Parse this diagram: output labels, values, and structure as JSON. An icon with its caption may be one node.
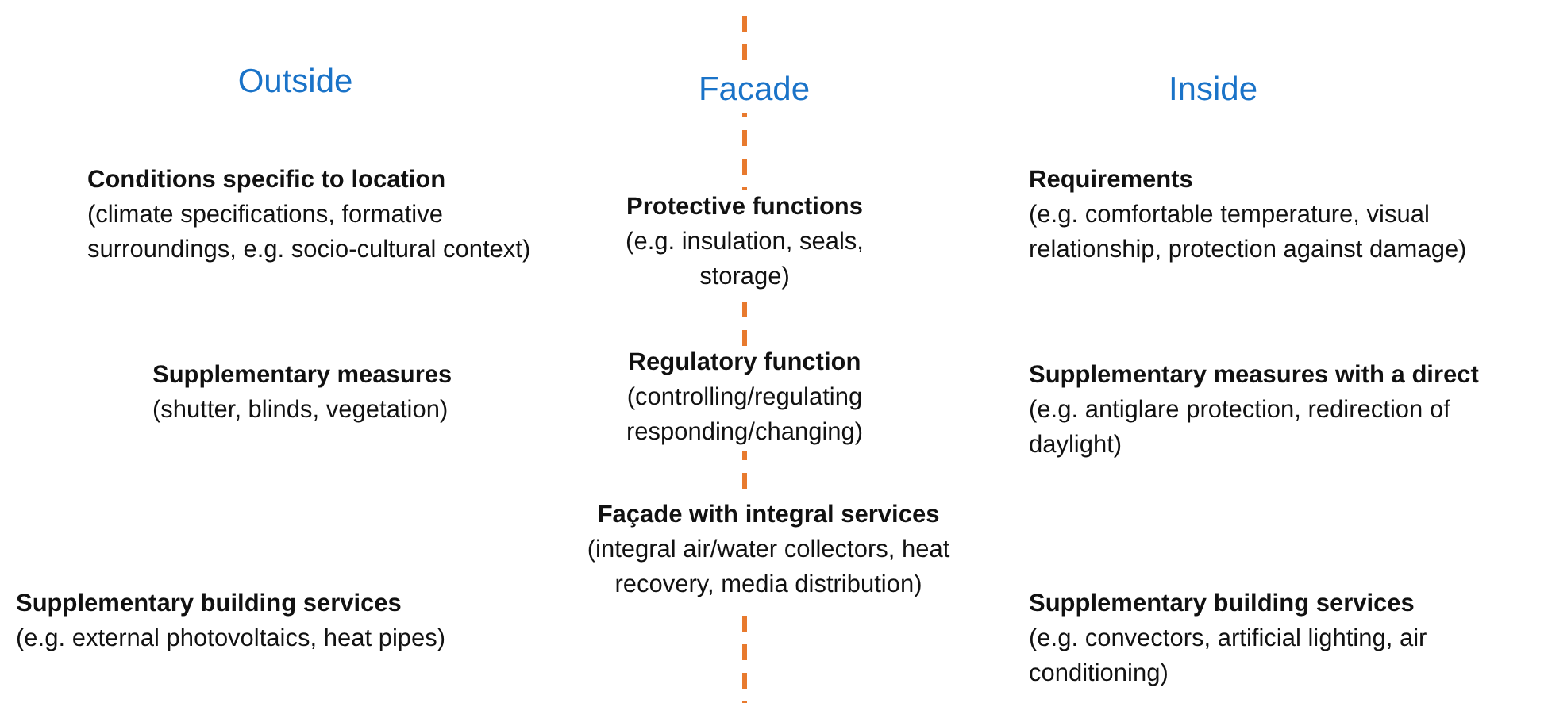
{
  "diagram": {
    "labels": [
      "Outside",
      "Facade",
      "Inside",
      "Conditions specific to location",
      "(climate specifications, formative surroundings, e.g. socio-cultural context)",
      "Protective functions",
      "(e.g. insulation, seals, storage)",
      "Requirements",
      "(e.g. comfortable temperature, visual relationship, protection against damage)",
      "Supplementary measures",
      "(shutter, blinds, vegetation)",
      "Regulatory function",
      "(controlling/regulating responding/changing)",
      "Supplementary measures with a direct effect",
      "(e.g. antiglare protection, redirection of daylight)",
      "Façade with integral services",
      "(integral air/water collectors, heat recovery, media distribution)",
      "Supplementary building services",
      "(e.g. external photovoltaics, heat pipes)",
      "Supplementary building services",
      "(e.g. convectors, artificial lighting, air conditioning)"
    ]
  }
}
